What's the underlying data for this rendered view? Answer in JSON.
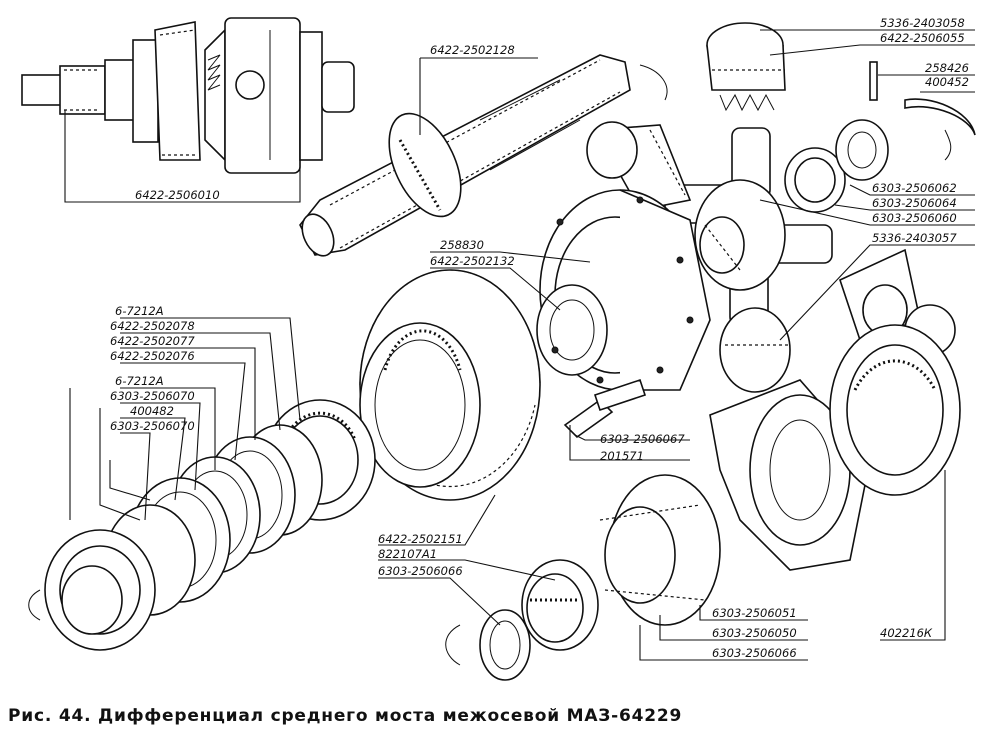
{
  "caption": "Рис. 44. Дифференциал среднего моста межосевой МАЗ-64229",
  "labels": {
    "p6422_2506010": "6422-2506010",
    "p6422_2502128": "6422-2502128",
    "p5336_2403058": "5336-2403058",
    "p6422_2506055": "6422-2506055",
    "p258426": "258426",
    "p400452": "400452",
    "p6303_2506062": "6303-2506062",
    "p6303_2506064": "6303-2506064",
    "p6303_2506060": "6303-2506060",
    "p5336_2403057": "5336-2403057",
    "p258830": "258830",
    "p6422_2502132": "6422-2502132",
    "p6_7212A_1": "6-7212А",
    "p6422_2502078": "6422-2502078",
    "p6422_2502077": "6422-2502077",
    "p6422_2502076": "6422-2502076",
    "p6_7212A_2": "6-7212А",
    "p6303_2506070_1": "6303-2506070",
    "p400482": "400482",
    "p6303_2506070_2": "6303-2506070",
    "p6303_2506067": "6303-2506067",
    "p201571": "201571",
    "p6422_2502151": "6422-2502151",
    "p822107A1": "822107А1",
    "p6303_2506066_1": "6303-2506066",
    "p6303_2506051": "6303-2506051",
    "p6303_2506050": "6303-2506050",
    "p6303_2506066_2": "6303-2506066",
    "p402216K": "402216К"
  }
}
